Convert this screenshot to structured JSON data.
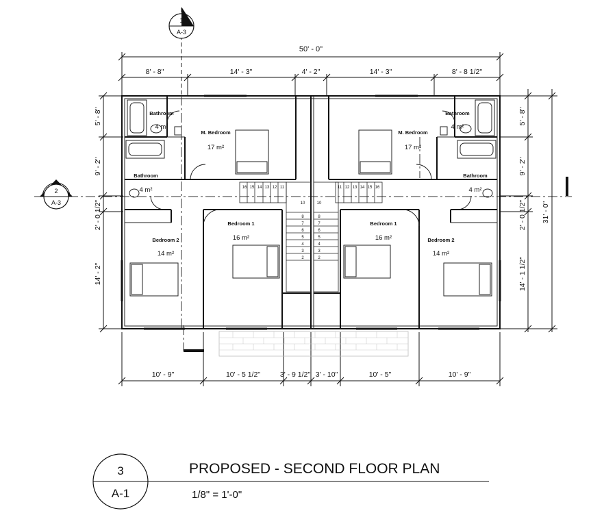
{
  "section_marker": {
    "number": "1",
    "sheet": "A-3"
  },
  "section_marker_side": {
    "number": "2",
    "sheet": "A-3"
  },
  "dimensions": {
    "overall_width": "50' - 0\"",
    "top": [
      "8' - 8\"",
      "14' - 3\"",
      "4' - 2\"",
      "14' - 3\"",
      "8' - 8 1/2\""
    ],
    "bottom": [
      "10' - 9\"",
      "10' - 5 1/2\"",
      "3' - 9 1/2\"",
      "3' - 10\"",
      "10' - 5\"",
      "10' - 9\""
    ],
    "left": [
      "5' - 8\"",
      "9' - 2\"",
      "2' - 0 1/2\"",
      "14' - 2\""
    ],
    "right": [
      "5' - 8\"",
      "9' - 2\"",
      "2' - 0 1/2\"",
      "14' - 1 1/2\""
    ],
    "overall_depth": "31' - 0\""
  },
  "rooms": {
    "bath_top_left": {
      "name": "Bathroom",
      "area": "4 m²"
    },
    "bath_mid_left": {
      "name": "Bathroom",
      "area": "4 m²"
    },
    "mbed_left": {
      "name": "M. Bedroom",
      "area": "17 m²"
    },
    "bed1_left": {
      "name": "Bedroom 1",
      "area": "16 m²"
    },
    "bed2_left": {
      "name": "Bedroom 2",
      "area": "14 m²"
    },
    "bath_top_right": {
      "name": "Bathroom",
      "area": "4 m²"
    },
    "bath_mid_right": {
      "name": "Bathroom",
      "area": "4 m²"
    },
    "mbed_right": {
      "name": "M. Bedroom",
      "area": "17 m²"
    },
    "bed1_right": {
      "name": "Bedroom 1",
      "area": "16 m²"
    },
    "bed2_right": {
      "name": "Bedroom 2",
      "area": "14 m²"
    }
  },
  "stairs": {
    "left_upper": [
      "16",
      "15",
      "14",
      "13",
      "12",
      "11"
    ],
    "left_lower": [
      "10",
      "8",
      "7",
      "6",
      "5",
      "4",
      "3",
      "2"
    ],
    "right_upper": [
      "11",
      "12",
      "13",
      "14",
      "15",
      "16"
    ],
    "right_lower": [
      "10",
      "8",
      "7",
      "6",
      "5",
      "4",
      "3",
      "2"
    ]
  },
  "title_block": {
    "number": "3",
    "sheet": "A-1",
    "title": "PROPOSED - SECOND FLOOR PLAN",
    "scale": "1/8\" = 1'-0\""
  }
}
